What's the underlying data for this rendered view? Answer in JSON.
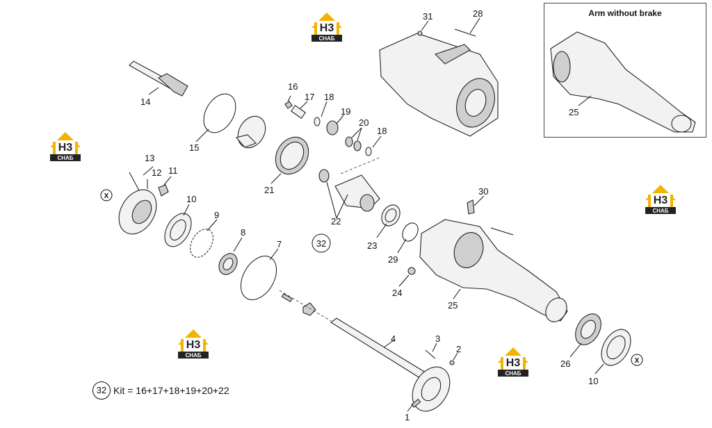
{
  "inset": {
    "title": "Arm without brake"
  },
  "callouts": {
    "c1": "1",
    "c2": "2",
    "c3": "3",
    "c4": "4",
    "c7": "7",
    "c8": "8",
    "c9": "9",
    "c10a": "10",
    "c10b": "10",
    "c11": "11",
    "c12": "12",
    "c13": "13",
    "c14": "14",
    "c15": "15",
    "c16": "16",
    "c17": "17",
    "c18a": "18",
    "c18b": "18",
    "c19": "19",
    "c20": "20",
    "c21": "21",
    "c22": "22",
    "c23": "23",
    "c24": "24",
    "c25a": "25",
    "c25b": "25",
    "c26": "26",
    "c28": "28",
    "c29": "29",
    "c30": "30",
    "c31": "31",
    "c32": "32"
  },
  "markers": {
    "x1": "X",
    "x2": "X"
  },
  "watermark": {
    "top": "Н3",
    "bottom": "СНАБ",
    "accent": "#f2b400",
    "dark": "#222222"
  },
  "kit": {
    "number": "32",
    "text": "Kit = 16+17+18+19+20+22"
  }
}
